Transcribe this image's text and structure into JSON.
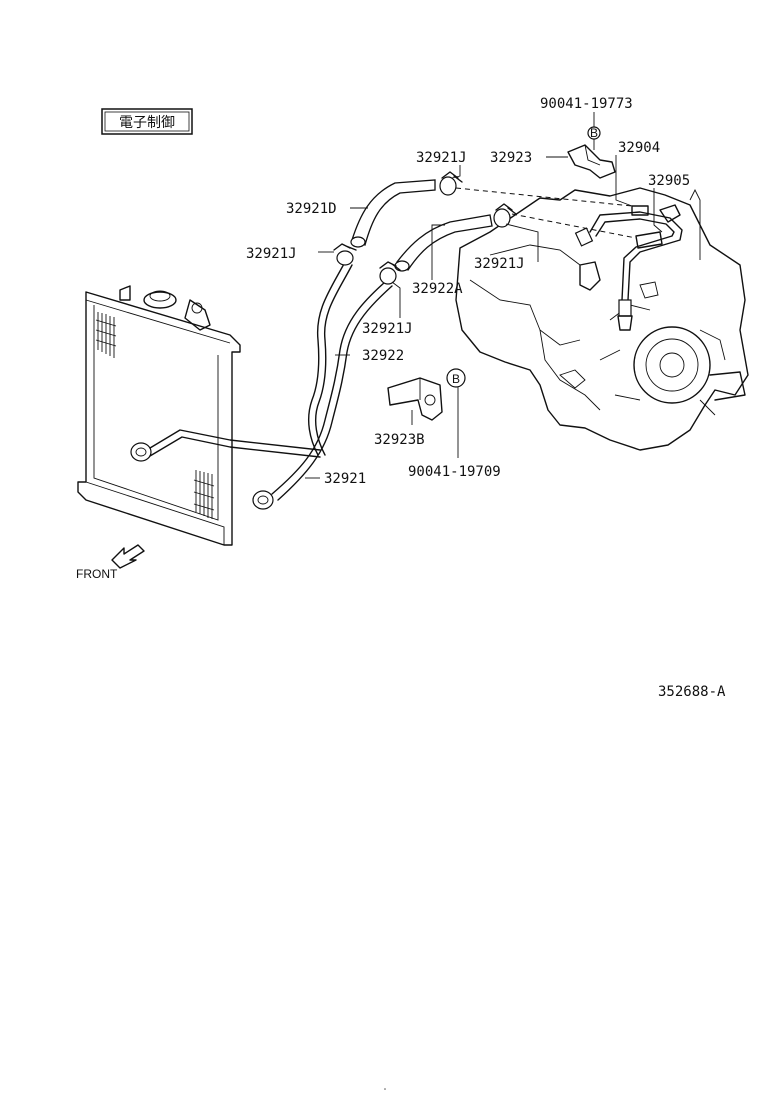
{
  "title_box": "電子制御",
  "front_label": "FRONT",
  "diagram_id": "352688-A",
  "callouts": {
    "bolt_top": "90041-19773",
    "clamp_top": "32921J",
    "bracket_top": "32923",
    "pipe_upper": "32904",
    "pipe_lower": "32905",
    "hose_upper": "32921D",
    "clamp_left": "32921J",
    "clamp_right": "32921J",
    "hose_lower": "32922A",
    "clamp_mid": "32921J",
    "tube_inner": "32922",
    "bracket_lower": "32923B",
    "bolt_lower": "90041-19709",
    "tube_outer": "32921"
  },
  "markers": {
    "b_top": "B",
    "b_lower": "B"
  }
}
